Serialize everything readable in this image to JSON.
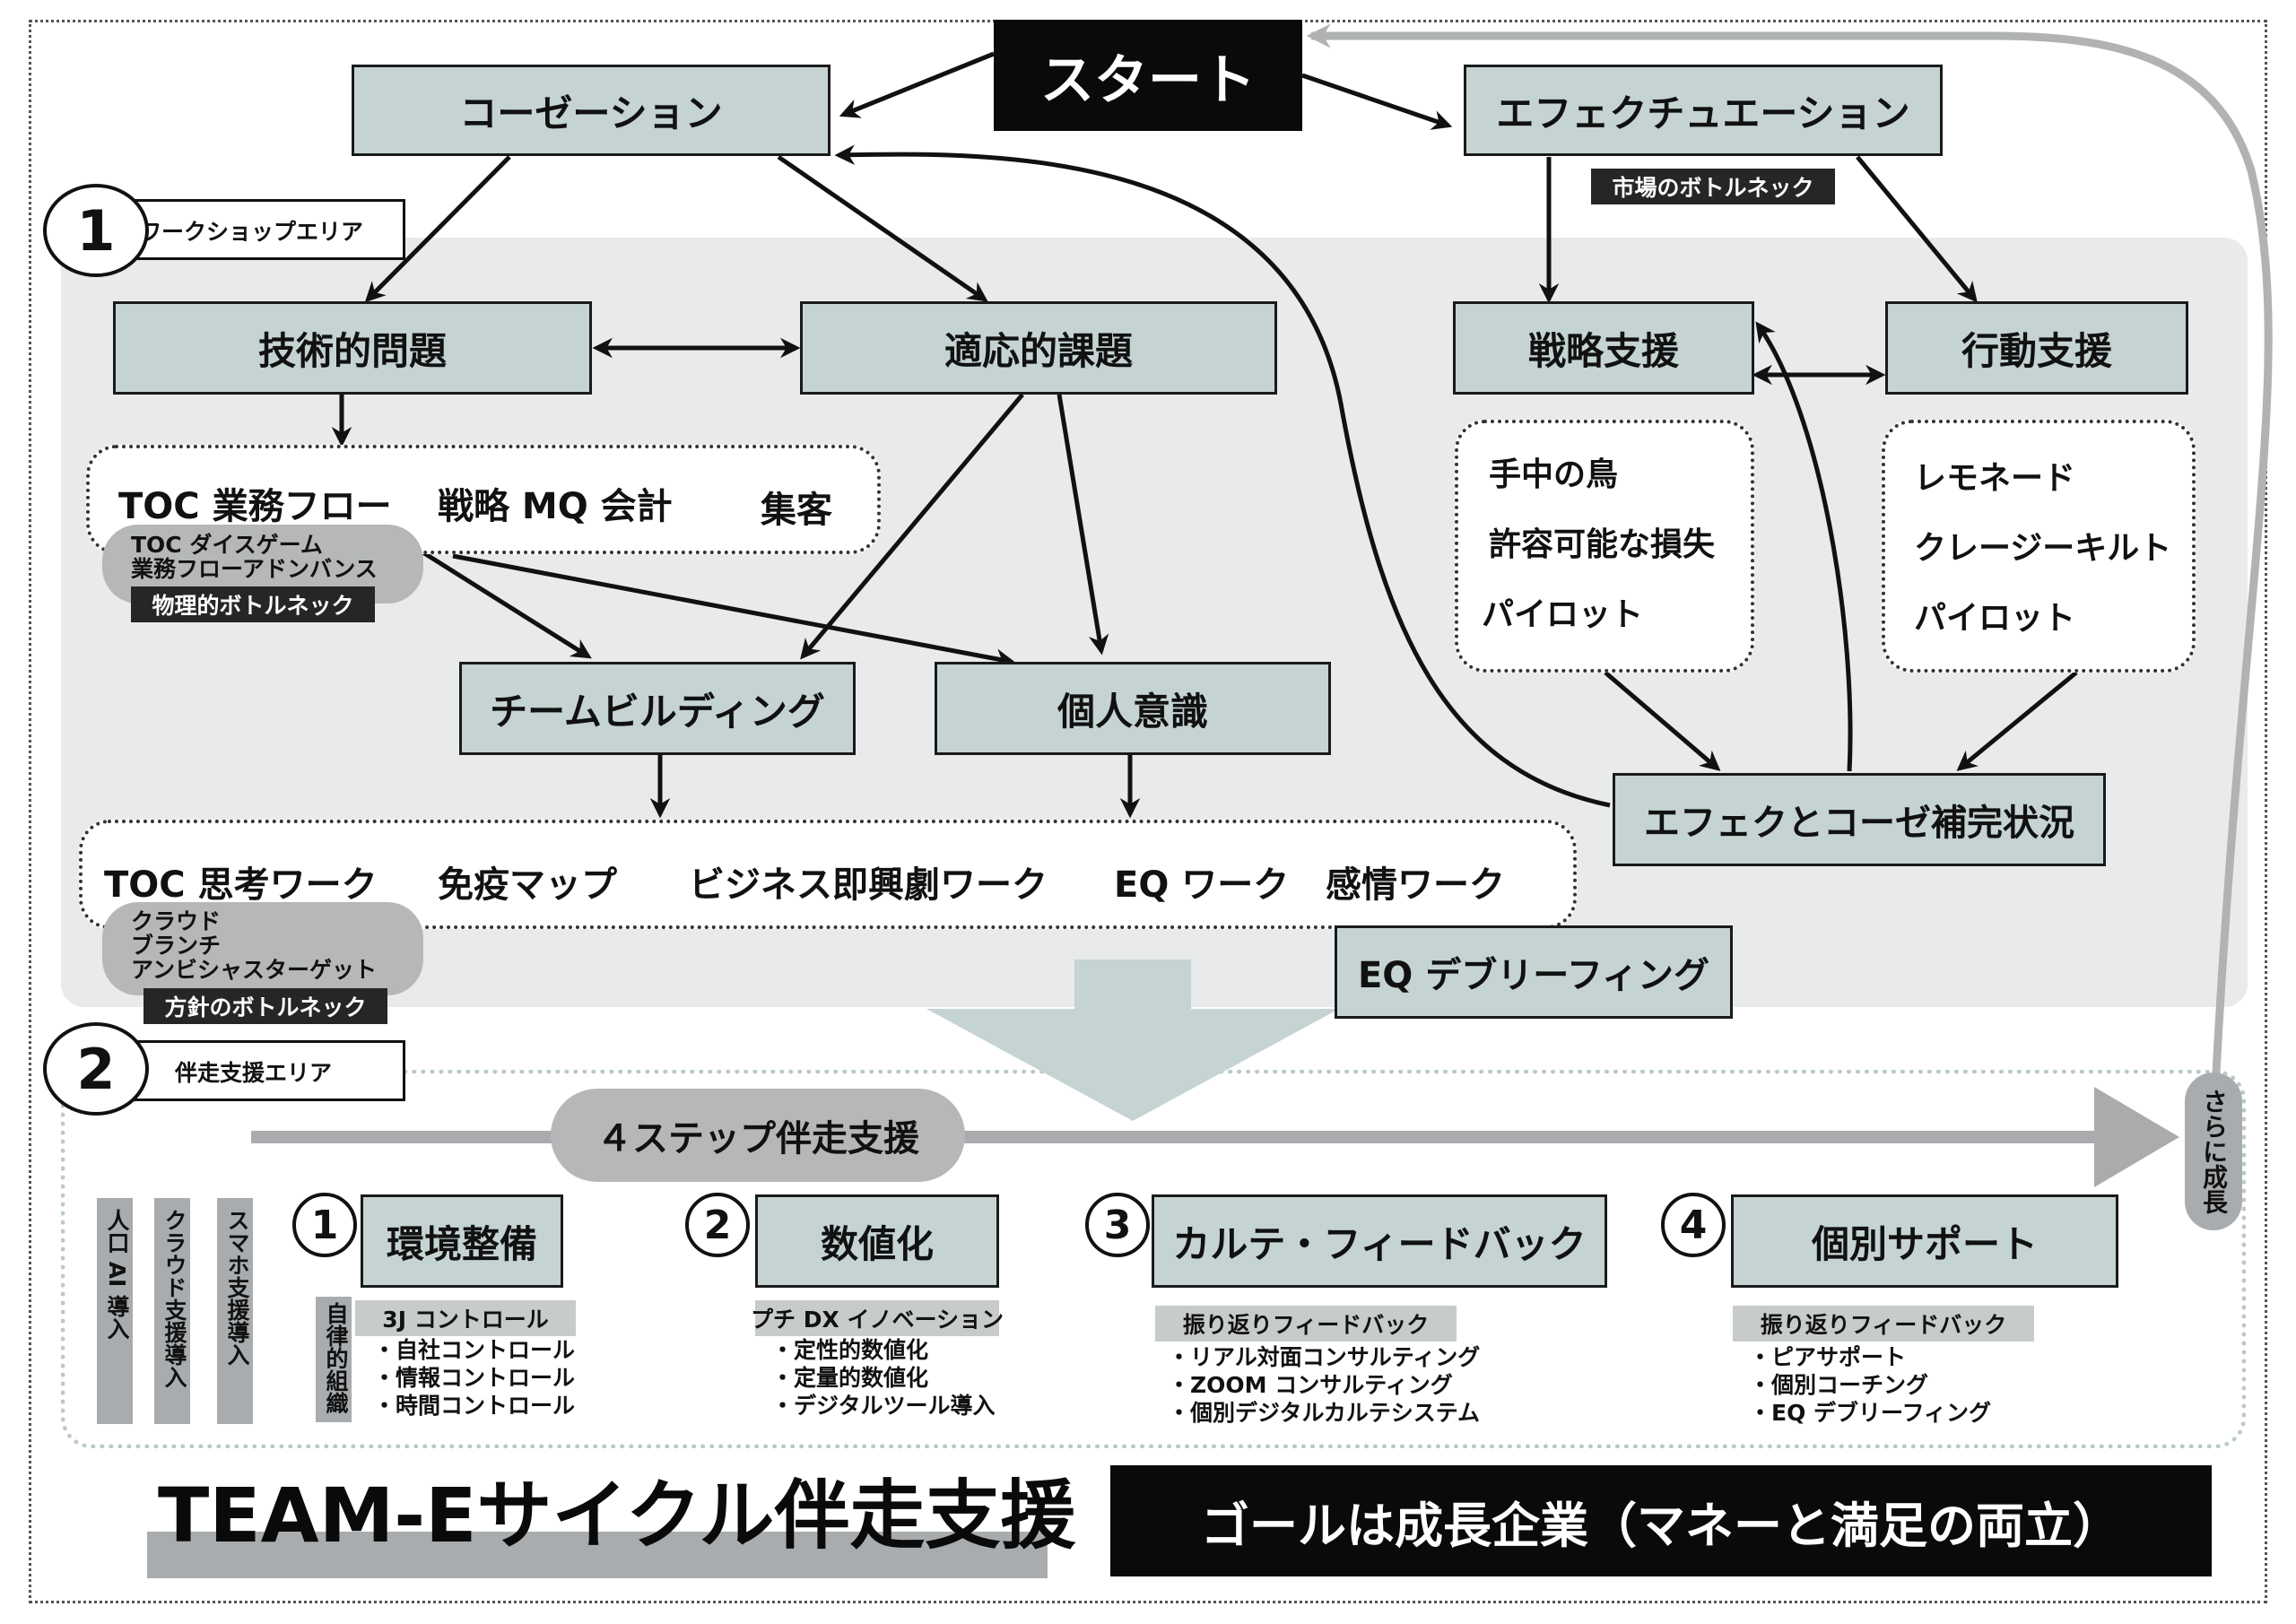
{
  "start": "スタート",
  "causation": "コーゼーション",
  "effectuation": "エフェクチュエーション",
  "market_bottleneck": "市場のボトルネック",
  "workshop": {
    "number": "1",
    "label": "ワークショップエリア"
  },
  "technical": "技術的問題",
  "adaptive": "適応的課題",
  "strategy_support": "戦略支援",
  "action_support": "行動支援",
  "tech_items": [
    "TOC 業務フロー",
    "戦略 MQ 会計",
    "集客"
  ],
  "toc_pill": [
    "TOC ダイスゲーム",
    "業務フローアドンバンス"
  ],
  "physical_bottleneck": "物理的ボトルネック",
  "strategy_items": [
    "手中の鳥",
    "許容可能な損失",
    "パイロット"
  ],
  "action_items": [
    "レモネード",
    "クレージーキルト",
    "パイロット"
  ],
  "team_building": "チームビルディング",
  "personal": "個人意識",
  "complement": "エフェクとコーゼ補完状況",
  "work_items": [
    "TOC 思考ワーク",
    "免疫マップ",
    "ビジネス即興劇ワーク",
    "EQ ワーク",
    "感情ワーク"
  ],
  "cloud_pill": [
    "クラウド",
    "ブランチ",
    "アンビシャスターゲット"
  ],
  "policy_bottleneck": "方針のボトルネック",
  "eq_debrief": "EQ デブリーフィング",
  "companion": {
    "number": "2",
    "label": "伴走支援エリア"
  },
  "four_steps": "４ステップ伴走支援",
  "further_growth": "さらに成長",
  "side_labels": [
    "人口 AI 導入",
    "クラウド支援導入",
    "スマホ支援導入"
  ],
  "autonomous_org": "自律的組織",
  "steps": [
    {
      "number": "1",
      "title": "環境整備",
      "head": "3J コントロール",
      "items": [
        "・自社コントロール",
        "・情報コントロール",
        "・時間コントロール"
      ]
    },
    {
      "number": "2",
      "title": "数値化",
      "head": "プチ DX イノベーション",
      "items": [
        "・定性的数値化",
        "・定量的数値化",
        "・デジタルツール導入"
      ]
    },
    {
      "number": "3",
      "title": "カルテ・フィードバック",
      "head": "振り返りフィードバック",
      "items": [
        "・リアル対面コンサルティング",
        "・ZOOM コンサルティング",
        "・個別デジタルカルテシステム"
      ]
    },
    {
      "number": "4",
      "title": "個別サポート",
      "head": "振り返りフィードバック",
      "items": [
        "・ピアサポート",
        "・個別コーチング",
        "・EQ デブリーフィング"
      ]
    }
  ],
  "main_title": "TEAM-Eサイクル伴走支援",
  "goal": "ゴールは成長企業（マネーと満足の両立）",
  "colors": {
    "box_fill": "#c5d3d3",
    "area_gray": "#e8eaeb",
    "connector_gray": "#b5b7b8",
    "black": "#0a0a0a"
  }
}
